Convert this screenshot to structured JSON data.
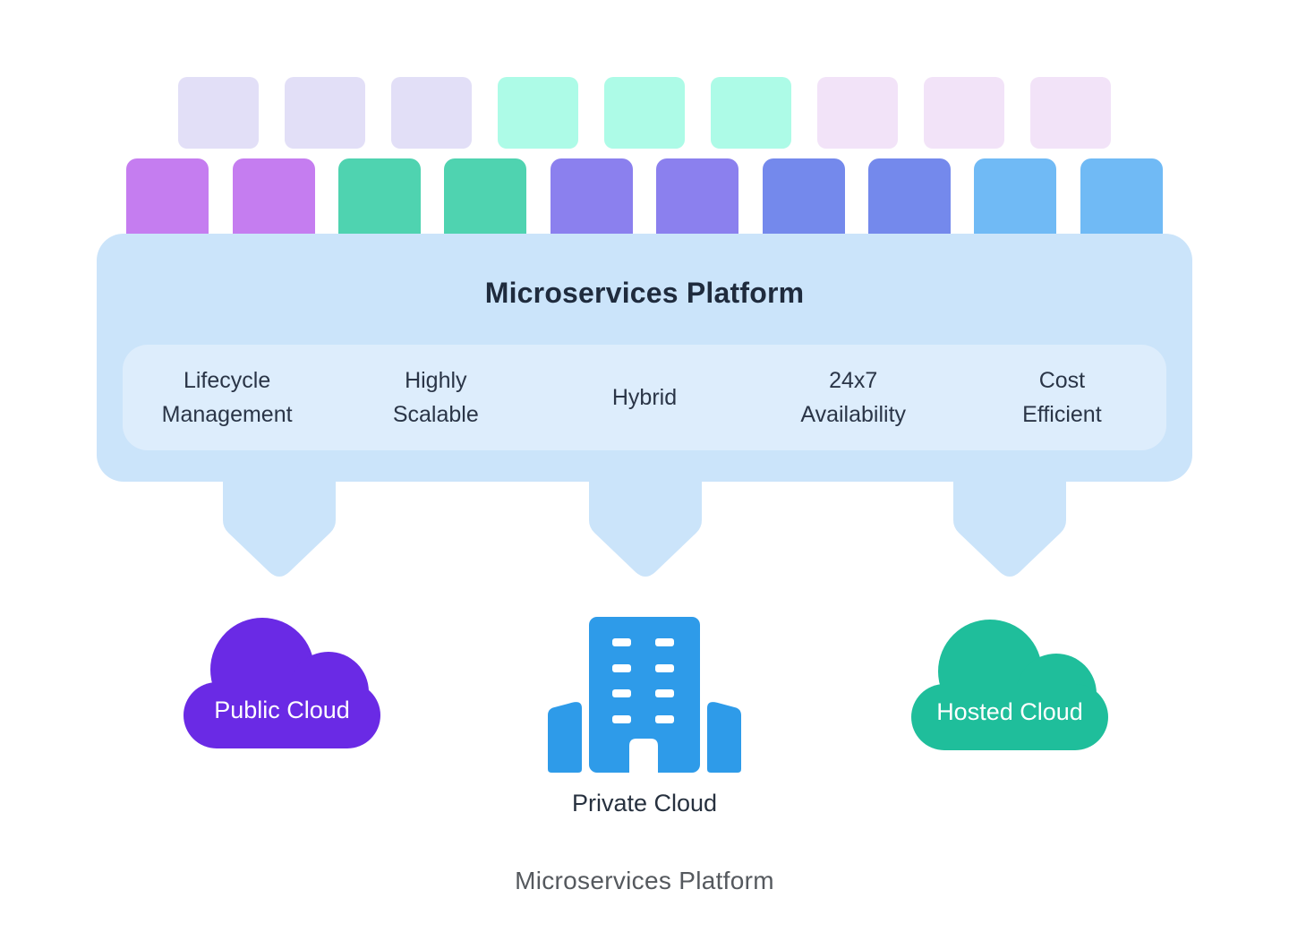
{
  "colors": {
    "panel_bg": "#CBE4FA",
    "inner_bar_bg": "#DDEDFC",
    "pointer_fill": "#CBE4FA",
    "title_text": "#1F2B3D",
    "feature_text": "#2A3547",
    "label_text": "#27313F",
    "caption_text": "#55595E",
    "public_cloud_fill": "#6A2AE5",
    "private_building_fill": "#2E9BE9",
    "hosted_cloud_fill": "#1FBE9B",
    "window_fill": "#FFFFFF"
  },
  "tiles": {
    "row1": [
      "#E2DFF7",
      "#E2DFF7",
      "#E2DFF7",
      "#ADFBE7",
      "#ADFBE7",
      "#ADFBE7",
      "#F2E3F8",
      "#F2E3F8",
      "#F2E3F8"
    ],
    "row2": [
      "#C57DF0",
      "#C57DF0",
      "#4FD3B0",
      "#4FD3B0",
      "#8B80EE",
      "#8B80EE",
      "#7489EC",
      "#7489EC",
      "#70BAF5",
      "#70BAF5"
    ]
  },
  "platform": {
    "title": "Microservices Platform",
    "features": [
      {
        "line1": "Lifecycle",
        "line2": "Management"
      },
      {
        "line1": "Highly",
        "line2": "Scalable"
      },
      {
        "line1": "Hybrid",
        "line2": ""
      },
      {
        "line1": "24x7",
        "line2": "Availability"
      },
      {
        "line1": "Cost",
        "line2": "Efficient"
      }
    ]
  },
  "destinations": {
    "public": {
      "label": "Public Cloud"
    },
    "private": {
      "label": "Private Cloud"
    },
    "hosted": {
      "label": "Hosted Cloud"
    }
  },
  "caption": "Microservices Platform"
}
